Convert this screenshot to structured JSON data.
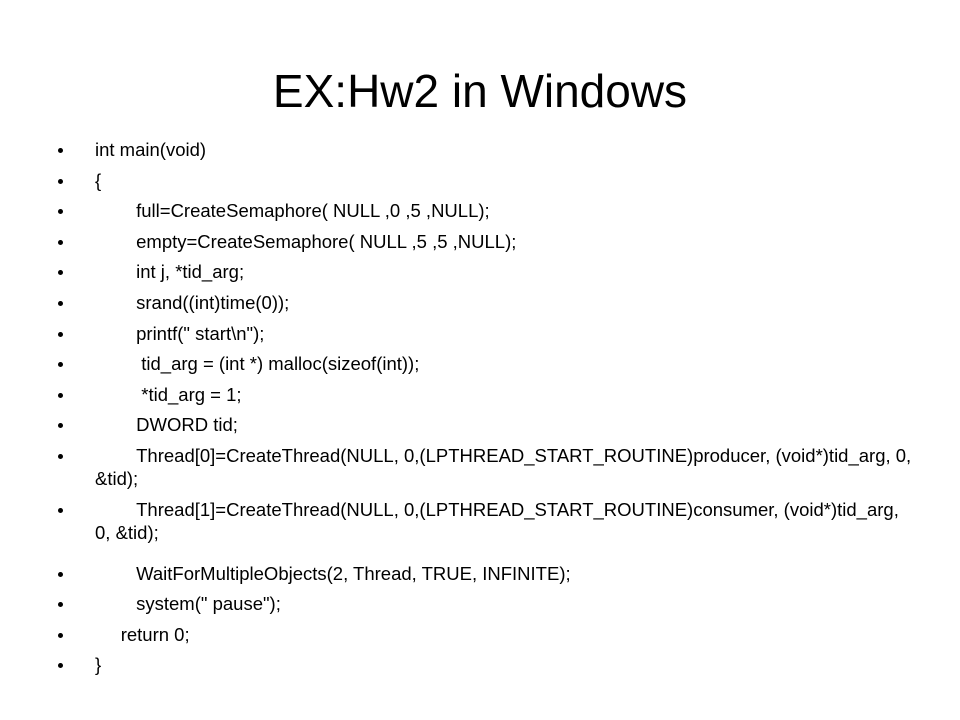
{
  "slide": {
    "title": "EX:Hw2 in Windows",
    "lines": [
      "int main(void)",
      "{",
      "        full=CreateSemaphore( NULL ,0 ,5 ,NULL);",
      "        empty=CreateSemaphore( NULL ,5 ,5 ,NULL);",
      "        int j, *tid_arg;",
      "        srand((int)time(0));",
      "        printf(\" start\\n\");",
      "         tid_arg = (int *) malloc(sizeof(int));",
      "         *tid_arg = 1;",
      "        DWORD tid;",
      "        Thread[0]=CreateThread(NULL, 0,(LPTHREAD_START_ROUTINE)producer, (void*)tid_arg, 0, &tid);",
      "        Thread[1]=CreateThread(NULL, 0,(LPTHREAD_START_ROUTINE)consumer, (void*)tid_arg, 0, &tid);",
      "        WaitForMultipleObjects(2, Thread, TRUE, INFINITE);",
      "        system(\" pause\");",
      "     return 0;",
      "}"
    ]
  }
}
